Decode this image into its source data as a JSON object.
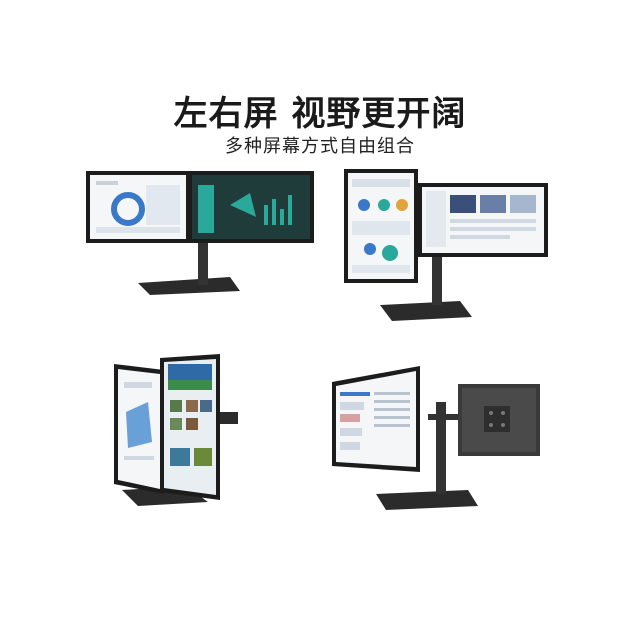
{
  "header": {
    "title": "左右屏 视野更开阔",
    "subtitle": "多种屏幕方式自由组合"
  },
  "scenes": [
    {
      "label": "side-by-side-landscape"
    },
    {
      "label": "portrait-plus-landscape"
    },
    {
      "label": "dual-portrait-angled"
    },
    {
      "label": "landscape-plus-rear-view"
    }
  ],
  "colors": {
    "stand": "#2b2b2b",
    "bezel": "#1c1c1c",
    "screen_light": "#f4f6f8",
    "screen_dark": "#1f3b3a",
    "accent_teal": "#2aa89a",
    "accent_blue": "#3a78c8"
  }
}
